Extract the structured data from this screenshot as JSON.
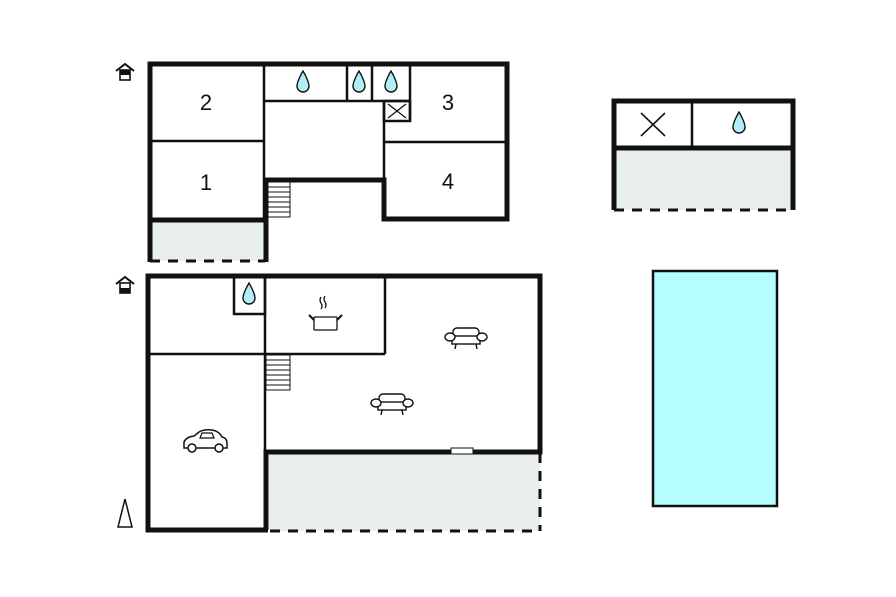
{
  "floorplan": {
    "colors": {
      "wall": "#111111",
      "terrace": "#e8eeee",
      "pool": "#b3ffff",
      "water_drop": "#aeeef4",
      "background": "#ffffff"
    },
    "upper_floor": {
      "floor_icon": "floor-upper-icon",
      "rooms": [
        {
          "id": "room-2",
          "label": "2",
          "type": "bedroom"
        },
        {
          "id": "room-1",
          "label": "1",
          "type": "bedroom"
        },
        {
          "id": "room-3",
          "label": "3",
          "type": "bedroom"
        },
        {
          "id": "room-4",
          "label": "4",
          "type": "bedroom"
        }
      ],
      "icons": [
        "bathroom-drop-icon",
        "toilet-drop-icon",
        "shower-drop-icon",
        "chimney-x-icon",
        "stairs-icon"
      ],
      "balcony": "terrace"
    },
    "ground_floor": {
      "floor_icon": "floor-ground-icon",
      "icons": [
        "bathroom-drop-icon",
        "kitchen-pot-icon",
        "sofa-icon",
        "sofa-icon",
        "car-icon",
        "stairs-icon"
      ],
      "terrace": "terrace"
    },
    "annex": {
      "icons": [
        "x-icon",
        "water-drop-icon"
      ],
      "terrace": "terrace"
    },
    "pool": {
      "label": "pool"
    },
    "compass": "north-arrow-icon"
  }
}
